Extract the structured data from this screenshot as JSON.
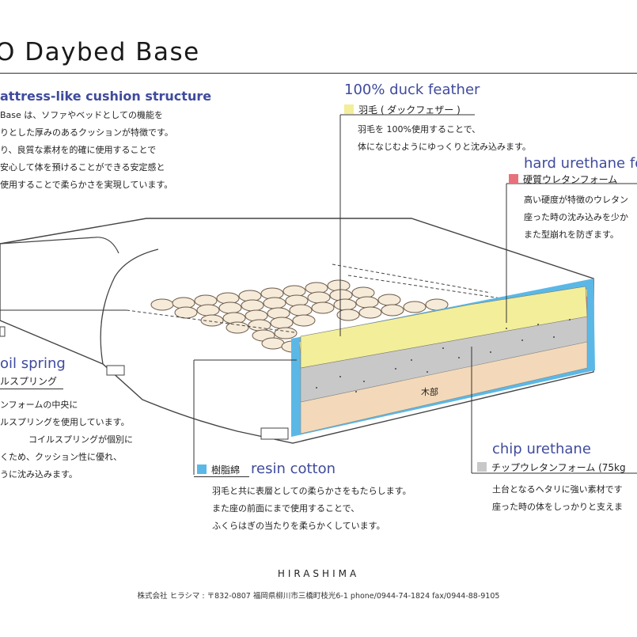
{
  "title": "O Daybed Base",
  "intro": {
    "heading": "attress-like cushion structure",
    "lines": [
      "Base は、ソファやベッドとしての機能を",
      "りとした厚みのあるクッションが特徴です。",
      "り、良質な素材を的確に使用することで",
      "安心して体を預けることができる安定感と",
      "使用することで柔らかさを実現しています。"
    ]
  },
  "layers": {
    "feather": {
      "en": "100% duck feather",
      "jp": "羽毛 ( ダックフェザー )",
      "color": "#f3ee99",
      "desc": [
        "羽毛を 100%使用することで、",
        "体になじむようにゆっくりと沈み込みます。"
      ]
    },
    "hard_urethane": {
      "en": "hard urethane fo",
      "jp": "硬質ウレタンフォーム",
      "color": "#e8727c",
      "desc": [
        "高い硬度が特徴のウレタン",
        "座った時の沈み込みを少か",
        "また型崩れを防ぎます。"
      ]
    },
    "coil": {
      "en": "oil spring",
      "jp": "ルスプリング",
      "desc": [
        "ンフォームの中央に",
        "ルスプリングを使用しています。",
        "コイルスプリングが個別に",
        "くため、クッション性に優れ、",
        "うに沈み込みます。"
      ]
    },
    "resin": {
      "en": "resin cotton",
      "jp": "樹脂綿",
      "color": "#5bb8e6",
      "desc": [
        "羽毛と共に表層としての柔らかさをもたらします。",
        "また座の前面にまで使用することで、",
        "ふくらはぎの当たりを柔らかくしています。"
      ]
    },
    "chip": {
      "en": "chip urethane",
      "jp": "チップウレタンフォーム (75kg",
      "color": "#c8c8c8",
      "desc": [
        "土台となるヘタリに強い素材です",
        "座った時の体をしっかりと支えま"
      ]
    },
    "wood": {
      "jp": "木部",
      "color": "#f3d9b9"
    }
  },
  "footer": {
    "brand": "HIRASHIMA",
    "address": "株式会社 ヒラシマ :  〒832-0807  福岡県柳川市三橋町枝光6-1   phone/0944-74-1824   fax/0944-88-9105"
  }
}
